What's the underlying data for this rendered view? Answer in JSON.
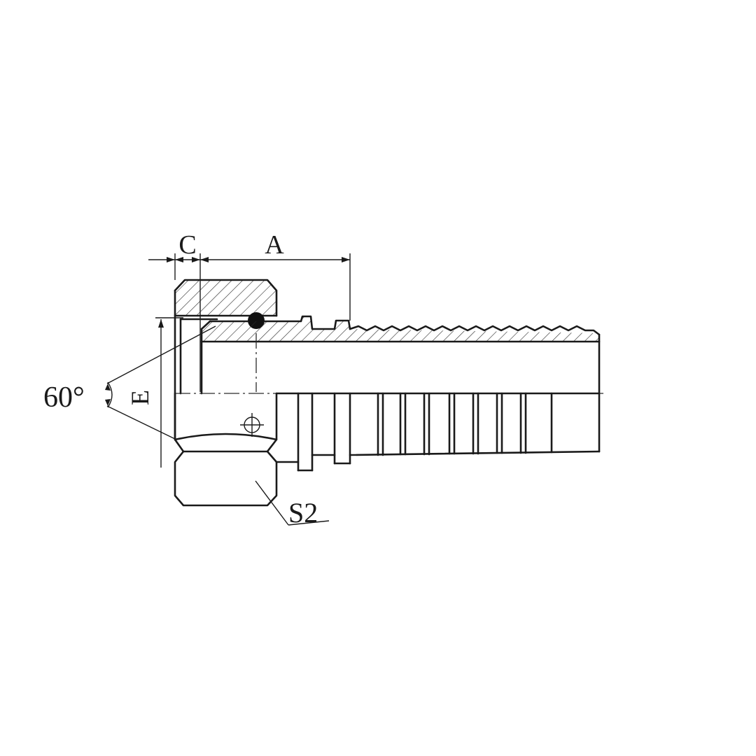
{
  "diagram": {
    "labels": {
      "c": "C",
      "a": "A",
      "e": "E",
      "angle": "60°",
      "s2": "S2"
    },
    "colors": {
      "line": "#1a1a1a",
      "background": "#ffffff"
    }
  }
}
